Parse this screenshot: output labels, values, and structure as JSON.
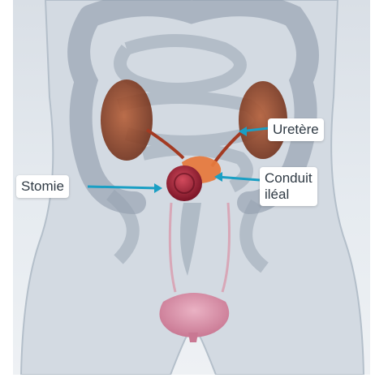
{
  "labels": {
    "uretere": "Uretère",
    "stomie": "Stomie",
    "conduit_line1": "Conduit",
    "conduit_line2": "iléal"
  },
  "colors": {
    "leader": "#1a9fc4",
    "kidney": "#9c4a2c",
    "stoma": "#a3243a",
    "bladder": "#d88ea6",
    "conduit": "#e67a3e"
  }
}
